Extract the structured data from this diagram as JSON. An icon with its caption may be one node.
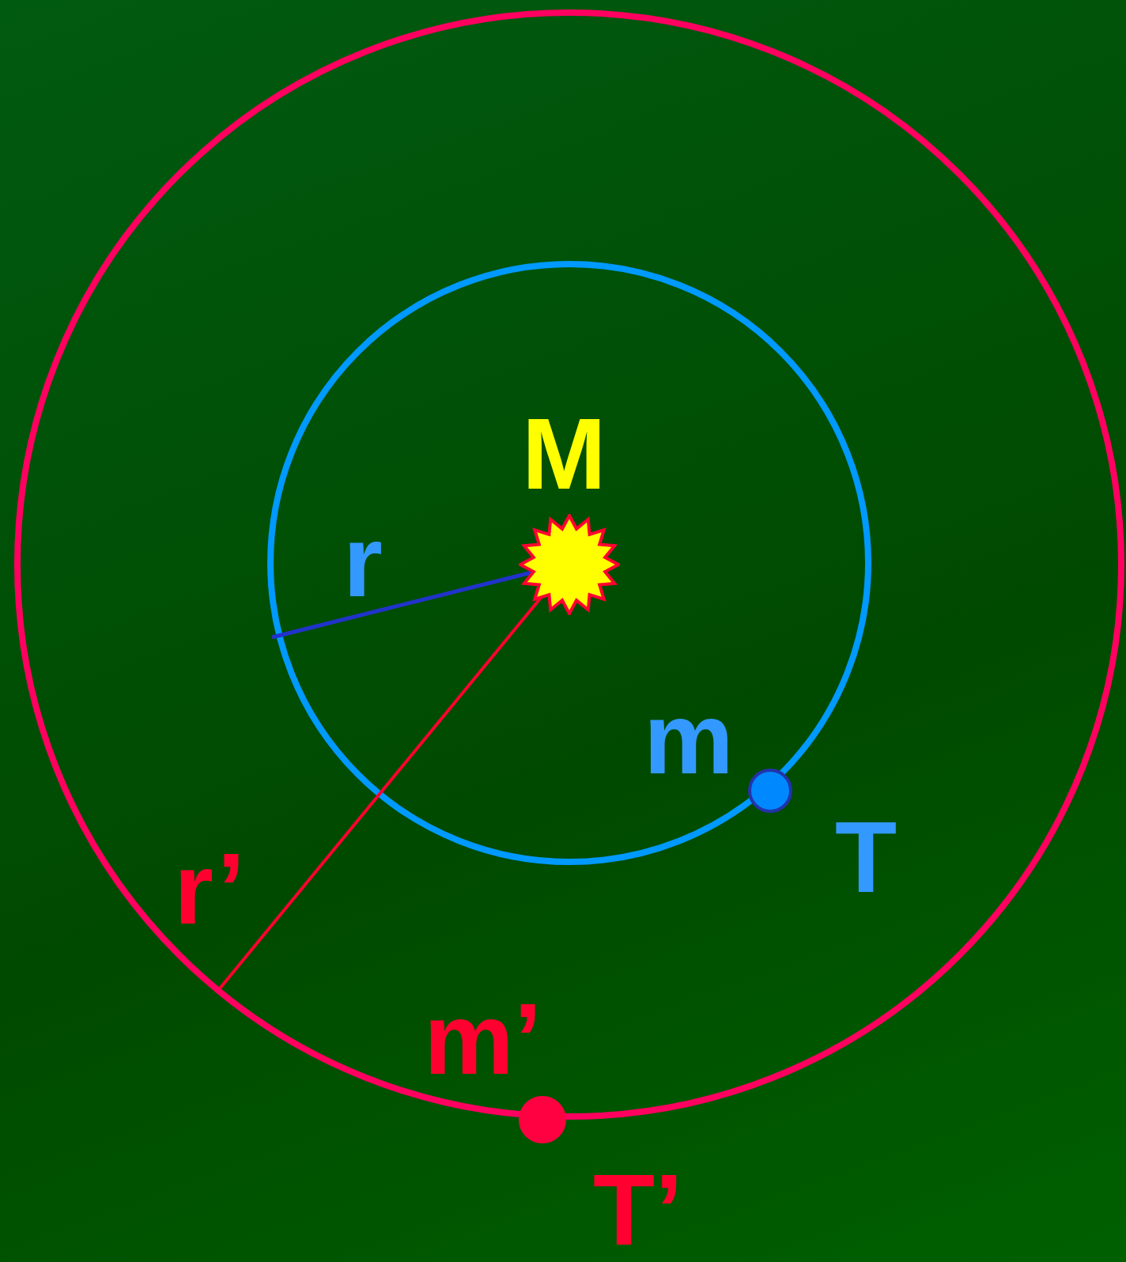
{
  "diagram": {
    "nodes": [
      {
        "text": [],
        "shape": "star",
        "beside": [
          "M"
        ]
      },
      {
        "text": [],
        "shape": "circle",
        "beside": [
          "m",
          "T"
        ]
      },
      {
        "text": [],
        "shape": "circle",
        "beside": [
          "m’",
          "T’"
        ]
      }
    ],
    "labels": [
      "r",
      "r’"
    ]
  }
}
